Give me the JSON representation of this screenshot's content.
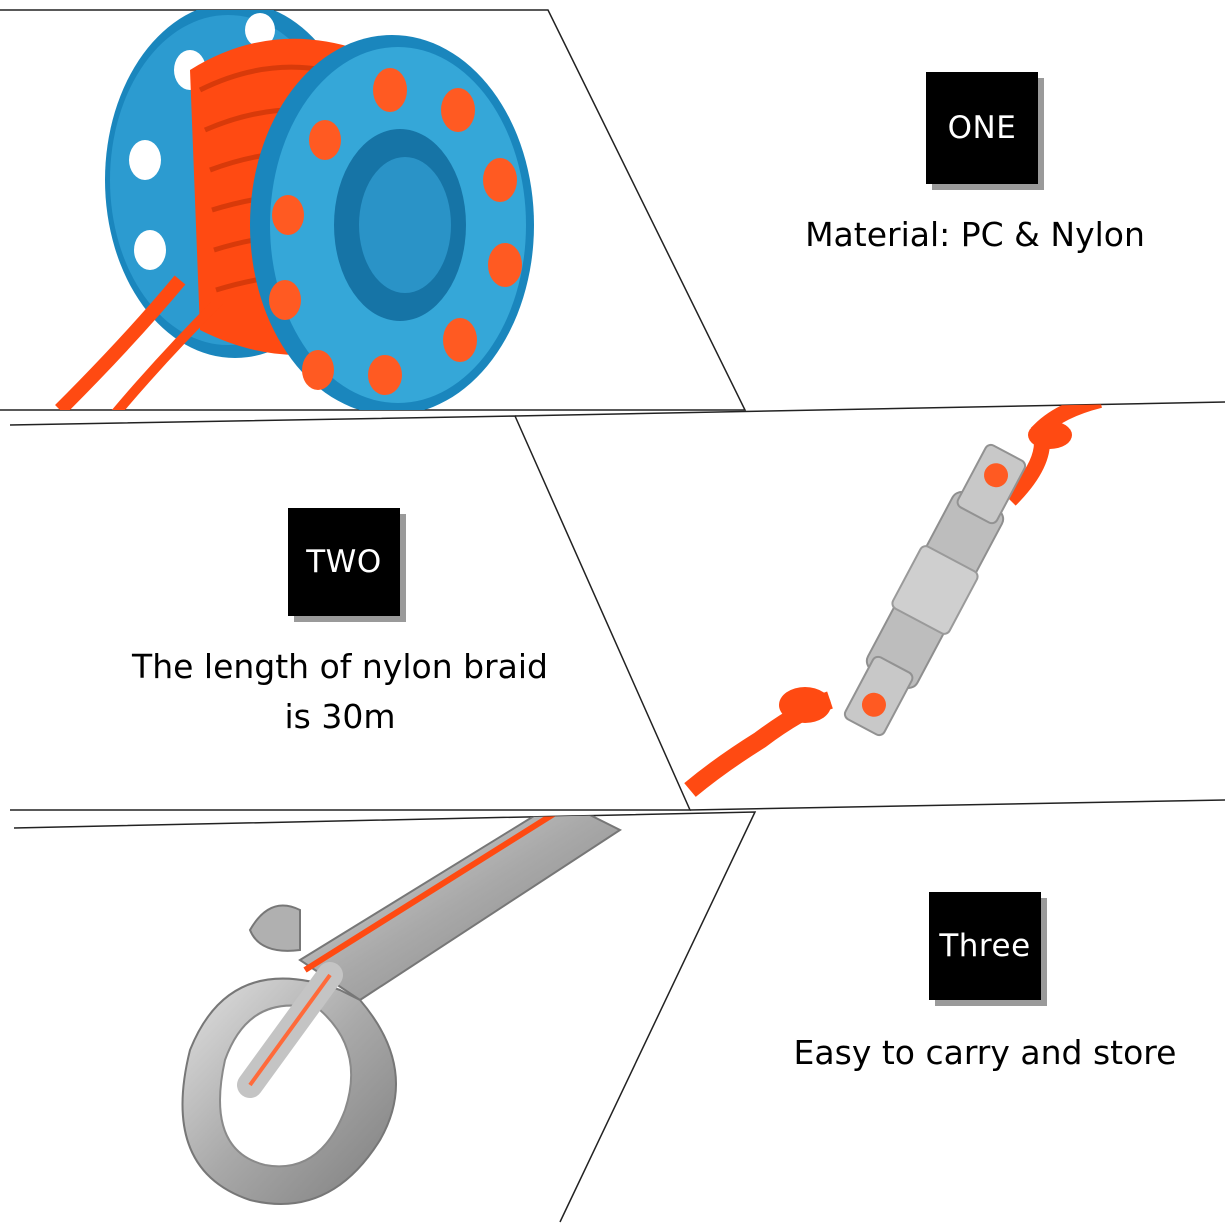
{
  "colors": {
    "reel_blue": "#1f8ec4",
    "line_orange": "#ff4a12",
    "steel": "#b9b9b9",
    "badge_bg": "#000000",
    "badge_text": "#ffffff"
  },
  "sections": [
    {
      "badge": "ONE",
      "caption_lines": [
        "Material: PC & Nylon"
      ],
      "image": "finger-reel-icon"
    },
    {
      "badge": "TWO",
      "caption_lines": [
        "The length of nylon braid",
        "is 30m"
      ],
      "image": "swivel-connector-icon"
    },
    {
      "badge": "Three",
      "caption_lines": [
        "Easy to carry and store"
      ],
      "image": "bolt-snap-icon"
    }
  ]
}
